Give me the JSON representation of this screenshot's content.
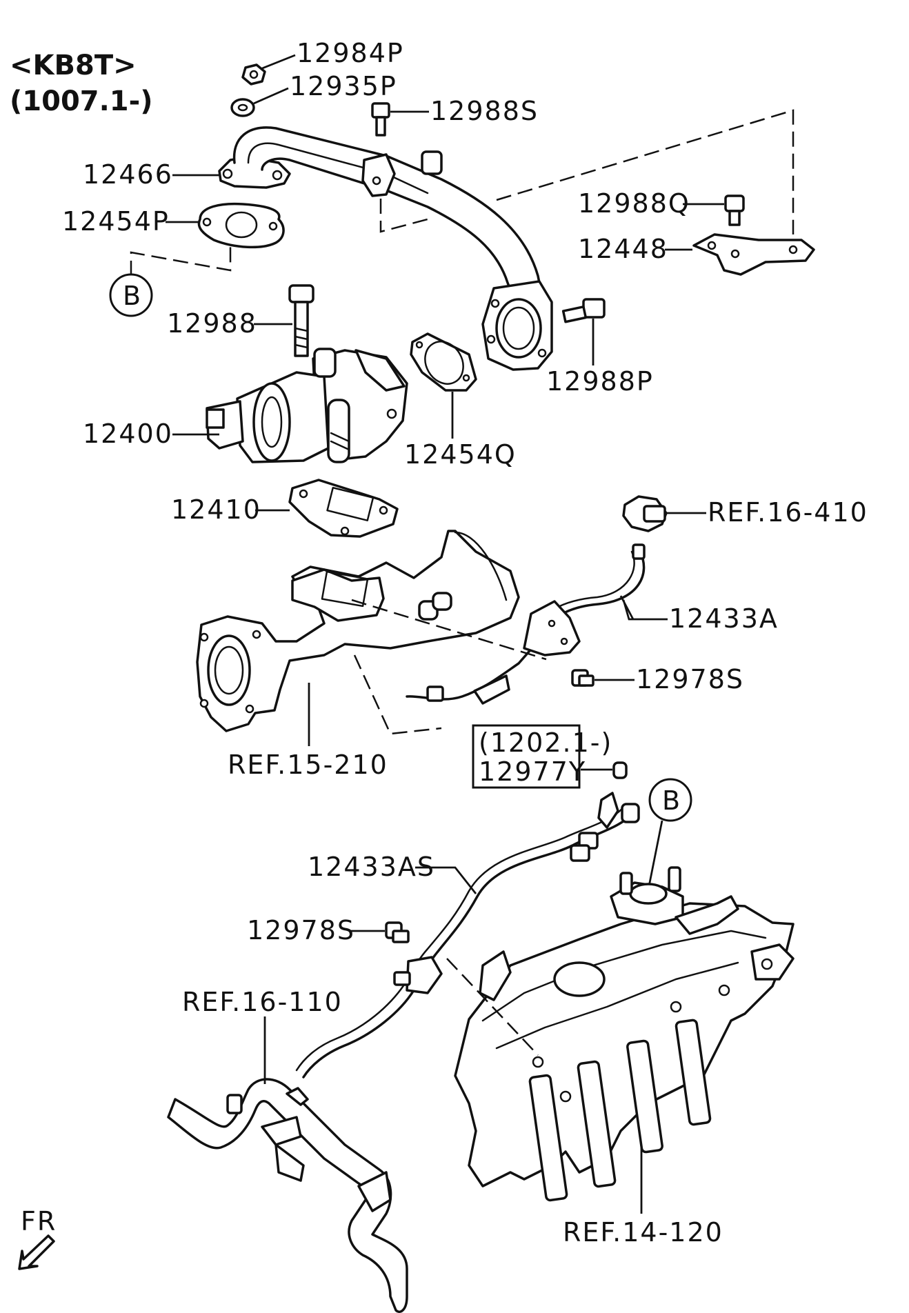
{
  "header": {
    "model": "<KB8T>",
    "date_range": "(1007.1-)"
  },
  "callout_markers": {
    "b_top": "B",
    "b_bottom": "B"
  },
  "labels": {
    "p12984P": "12984P",
    "p12935P": "12935P",
    "p12988S": "12988S",
    "p12466": "12466",
    "p12454P": "12454P",
    "p12988Q": "12988Q",
    "p12448": "12448",
    "p12988": "12988",
    "p12988P": "12988P",
    "p12400": "12400",
    "p12454Q": "12454Q",
    "p12410": "12410",
    "ref16_410": "REF.16-410",
    "p12433A": "12433A",
    "p12978S_top": "12978S",
    "ref15_210": "REF.15-210",
    "p12977Y_date": "(1202.1-)",
    "p12977Y": "12977Y",
    "p12433AS": "12433AS",
    "p12978S_bottom": "12978S",
    "ref16_110": "REF.16-110",
    "ref14_120": "REF.14-120",
    "fr": "FR"
  }
}
